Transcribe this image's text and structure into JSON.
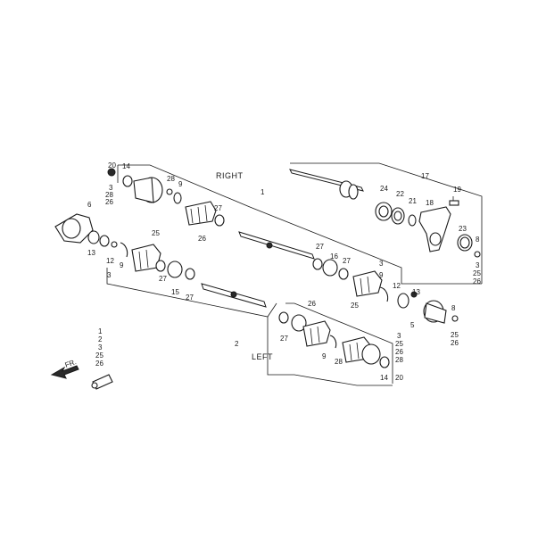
{
  "captions": {
    "right": "RIGHT",
    "left": "LEFT",
    "front": "FR."
  },
  "callouts": {
    "n1": "1",
    "n2": "2",
    "n3": "3",
    "n5": "5",
    "n6": "6",
    "n8": "8",
    "n9": "9",
    "n12": "12",
    "n13": "13",
    "n14": "14",
    "n15": "15",
    "n16": "16",
    "n17": "17",
    "n18": "18",
    "n19": "19",
    "n20": "20",
    "n21": "21",
    "n22": "22",
    "n23": "23",
    "n24": "24",
    "n25": "25",
    "n26": "26",
    "n27": "27",
    "n28": "28"
  },
  "legend_stack": [
    "1",
    "2",
    "3",
    "25",
    "26"
  ]
}
